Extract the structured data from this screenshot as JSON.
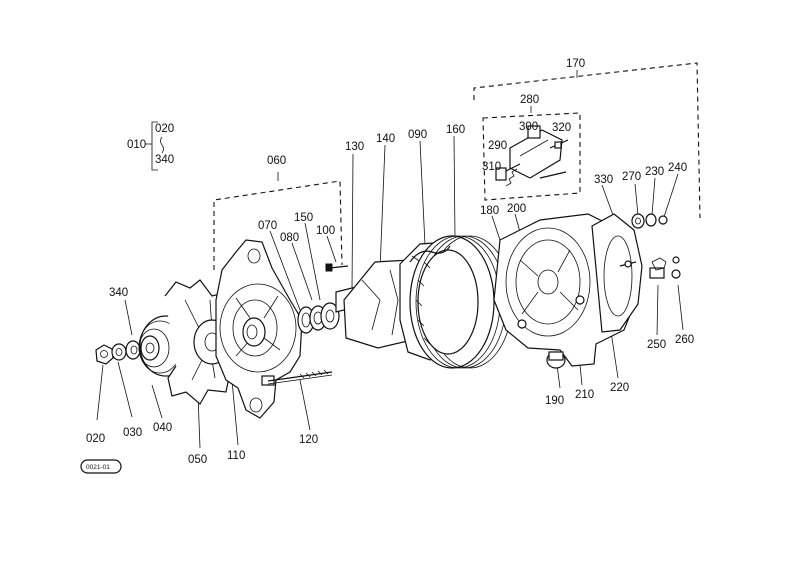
{
  "labels": {
    "p010": "010",
    "p020_top": "020",
    "p340_top": "340",
    "p060": "060",
    "p070": "070",
    "p080": "080",
    "p150": "150",
    "p100": "100",
    "p130": "130",
    "p140": "140",
    "p090": "090",
    "p160": "160",
    "p170": "170",
    "p280": "280",
    "p300": "300",
    "p320": "320",
    "p290": "290",
    "p310": "310",
    "p180": "180",
    "p200": "200",
    "p330": "330",
    "p270": "270",
    "p230": "230",
    "p240": "240",
    "p340": "340",
    "p020": "020",
    "p030": "030",
    "p040": "040",
    "p050": "050",
    "p110": "110",
    "p120": "120",
    "p190": "190",
    "p210": "210",
    "p220": "220",
    "p250": "250",
    "p260": "260"
  },
  "badge": "0021-01"
}
